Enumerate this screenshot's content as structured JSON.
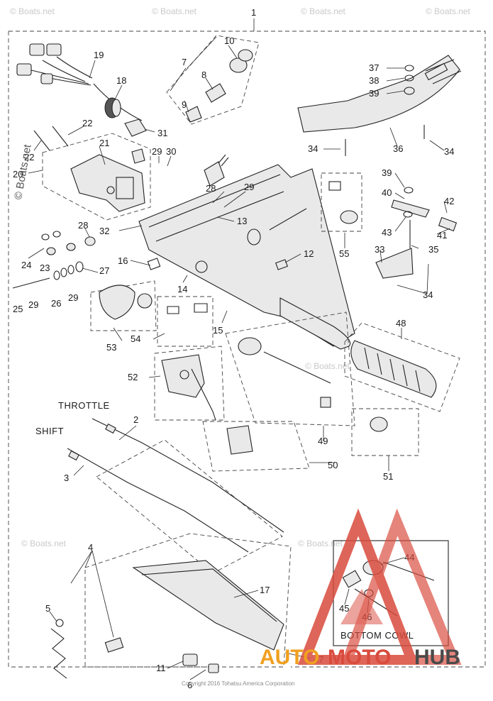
{
  "diagram": {
    "callouts": [
      {
        "id": "c1",
        "text": "1"
      },
      {
        "id": "c2",
        "text": "2"
      },
      {
        "id": "c3",
        "text": "3"
      },
      {
        "id": "c4",
        "text": "4"
      },
      {
        "id": "c5",
        "text": "5"
      },
      {
        "id": "c6",
        "text": "6"
      },
      {
        "id": "c7",
        "text": "7"
      },
      {
        "id": "c8",
        "text": "8"
      },
      {
        "id": "c9",
        "text": "9"
      },
      {
        "id": "c10",
        "text": "10"
      },
      {
        "id": "c11",
        "text": "11"
      },
      {
        "id": "c12",
        "text": "12"
      },
      {
        "id": "c13",
        "text": "13"
      },
      {
        "id": "c14",
        "text": "14"
      },
      {
        "id": "c15",
        "text": "15"
      },
      {
        "id": "c16",
        "text": "16"
      },
      {
        "id": "c17",
        "text": "17"
      },
      {
        "id": "c18",
        "text": "18"
      },
      {
        "id": "c19",
        "text": "19"
      },
      {
        "id": "c20",
        "text": "20"
      },
      {
        "id": "c21",
        "text": "21"
      },
      {
        "id": "c22a",
        "text": "22"
      },
      {
        "id": "c22b",
        "text": "22"
      },
      {
        "id": "c23",
        "text": "23"
      },
      {
        "id": "c24",
        "text": "24"
      },
      {
        "id": "c25",
        "text": "25"
      },
      {
        "id": "c26",
        "text": "26"
      },
      {
        "id": "c27",
        "text": "27"
      },
      {
        "id": "c28a",
        "text": "28"
      },
      {
        "id": "c28b",
        "text": "28"
      },
      {
        "id": "c29a",
        "text": "29"
      },
      {
        "id": "c29b",
        "text": "29"
      },
      {
        "id": "c29c",
        "text": "29"
      },
      {
        "id": "c29d",
        "text": "29"
      },
      {
        "id": "c30",
        "text": "30"
      },
      {
        "id": "c31",
        "text": "31"
      },
      {
        "id": "c32",
        "text": "32"
      },
      {
        "id": "c33",
        "text": "33"
      },
      {
        "id": "c34a",
        "text": "34"
      },
      {
        "id": "c34b",
        "text": "34"
      },
      {
        "id": "c34c",
        "text": "34"
      },
      {
        "id": "c35",
        "text": "35"
      },
      {
        "id": "c36",
        "text": "36"
      },
      {
        "id": "c37",
        "text": "37"
      },
      {
        "id": "c38",
        "text": "38"
      },
      {
        "id": "c39a",
        "text": "39"
      },
      {
        "id": "c39b",
        "text": "39"
      },
      {
        "id": "c40",
        "text": "40"
      },
      {
        "id": "c41",
        "text": "41"
      },
      {
        "id": "c42",
        "text": "42"
      },
      {
        "id": "c43",
        "text": "43"
      },
      {
        "id": "c44",
        "text": "44"
      },
      {
        "id": "c45",
        "text": "45"
      },
      {
        "id": "c46",
        "text": "46"
      },
      {
        "id": "c47",
        "text": "47"
      },
      {
        "id": "c48",
        "text": "48"
      },
      {
        "id": "c49",
        "text": "49"
      },
      {
        "id": "c50",
        "text": "50"
      },
      {
        "id": "c51",
        "text": "51"
      },
      {
        "id": "c52",
        "text": "52"
      },
      {
        "id": "c53",
        "text": "53"
      },
      {
        "id": "c54",
        "text": "54"
      },
      {
        "id": "c55",
        "text": "55"
      }
    ],
    "labels": {
      "throttle": "THROTTLE",
      "shift": "SHIFT",
      "bottom_cowl": "BOTTOM COWL"
    },
    "watermarks": {
      "boats": "© Boats.net",
      "boats_small": "© Boats.net",
      "copyright": "Copyright 2016 Tohatsu America Corporation"
    },
    "brand": {
      "auto": "AUTO",
      "moto": "MOTO",
      "hub": "HUB"
    },
    "colors": {
      "brand_red": "#d94b3d",
      "brand_orange": "#f0a020",
      "brand_gray": "#4a4a4a",
      "line": "#222222"
    }
  }
}
